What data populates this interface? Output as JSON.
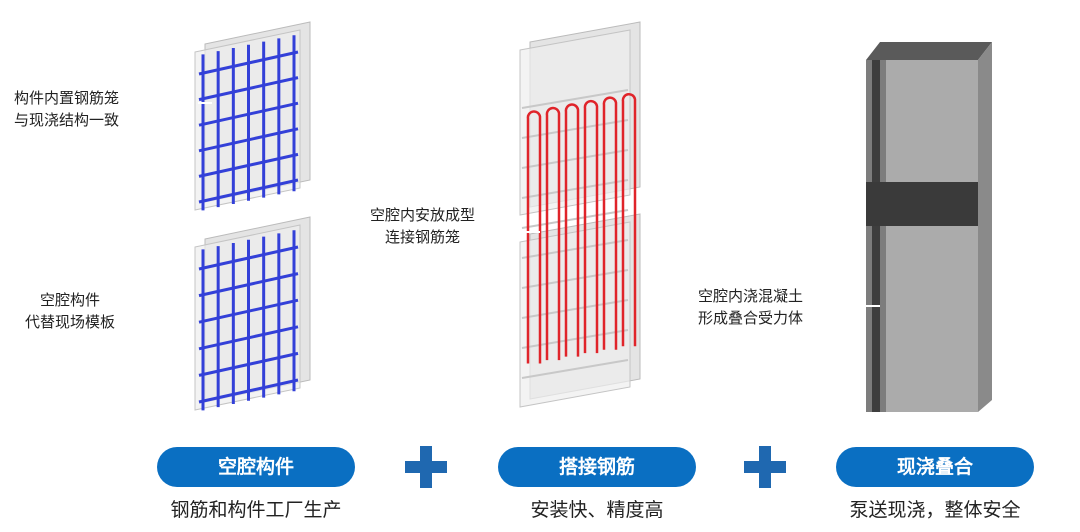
{
  "annotations": {
    "cage_top": [
      "构件内置钢筋笼",
      "与现浇结构一致"
    ],
    "cage_bottom": [
      "空腔构件",
      "代替现场模板"
    ],
    "middle": [
      "空腔内安放成型",
      "连接钢筋笼"
    ],
    "right": [
      "空腔内浇混凝土",
      "形成叠合受力体"
    ]
  },
  "steps": [
    {
      "title": "空腔构件",
      "caption": "钢筋和构件工厂生产"
    },
    {
      "title": "搭接钢筋",
      "caption": "安装快、精度高"
    },
    {
      "title": "现浇叠合",
      "caption": "泵送现浇，整体安全"
    }
  ],
  "colors": {
    "accent": "#0a6fc2",
    "plus": "#1f68b0",
    "rebar_blue": "#3340d8",
    "rebar_red": "#e0242a"
  }
}
